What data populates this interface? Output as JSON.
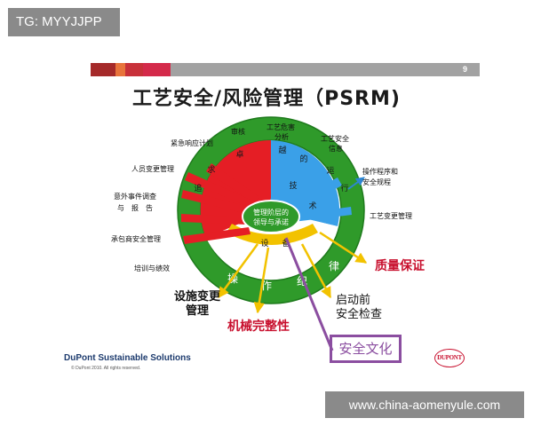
{
  "overlay": {
    "tag": "TG: MYYJJPP",
    "watermark": "www.china-aomenyule.com"
  },
  "slide": {
    "page_number": "9",
    "title": "工艺安全/风险管理（PSRM)",
    "accent_colors": [
      "#a52a2a",
      "#e8743c",
      "#c8313a",
      "#d42a4a",
      "#a2a2a2"
    ],
    "footer_brand": "DuPont Sustainable Solutions",
    "footer_copyright": "© DuPont 2010.  All rights reserved.",
    "logo_text": "DUPONT"
  },
  "diagram": {
    "center_label_line1": "管理阶层的",
    "center_label_line2": "领导与承诺",
    "ring_words": [
      "追",
      "求",
      "卓",
      "越",
      "的",
      "运",
      "行",
      "技",
      "术",
      "设",
      "备",
      "操",
      "作",
      "纪",
      "律"
    ],
    "labels": {
      "audit": "审核",
      "emergency": "紧急响应计划",
      "personnel_change": "人员变更管理",
      "incident_line1": "意外事件调查",
      "incident_line2": "与　报　告",
      "contractor": "承包商安全管理",
      "training": "培训与绩效",
      "pha_line1": "工艺危害",
      "pha_line2": "分析",
      "psi_line1": "工艺安全",
      "psi_line2": "信息",
      "procedures_line1": "操作程序和",
      "procedures_line2": "安全规程",
      "process_change": "工艺变更管理",
      "facility_change_line1": "设施变更",
      "facility_change_line2": "管理",
      "mechanical_integrity": "机械完整性",
      "quality_assurance": "质量保证",
      "pssr_line1": "启动前",
      "pssr_line2": "安全检查",
      "safety_culture": "安全文化"
    }
  }
}
